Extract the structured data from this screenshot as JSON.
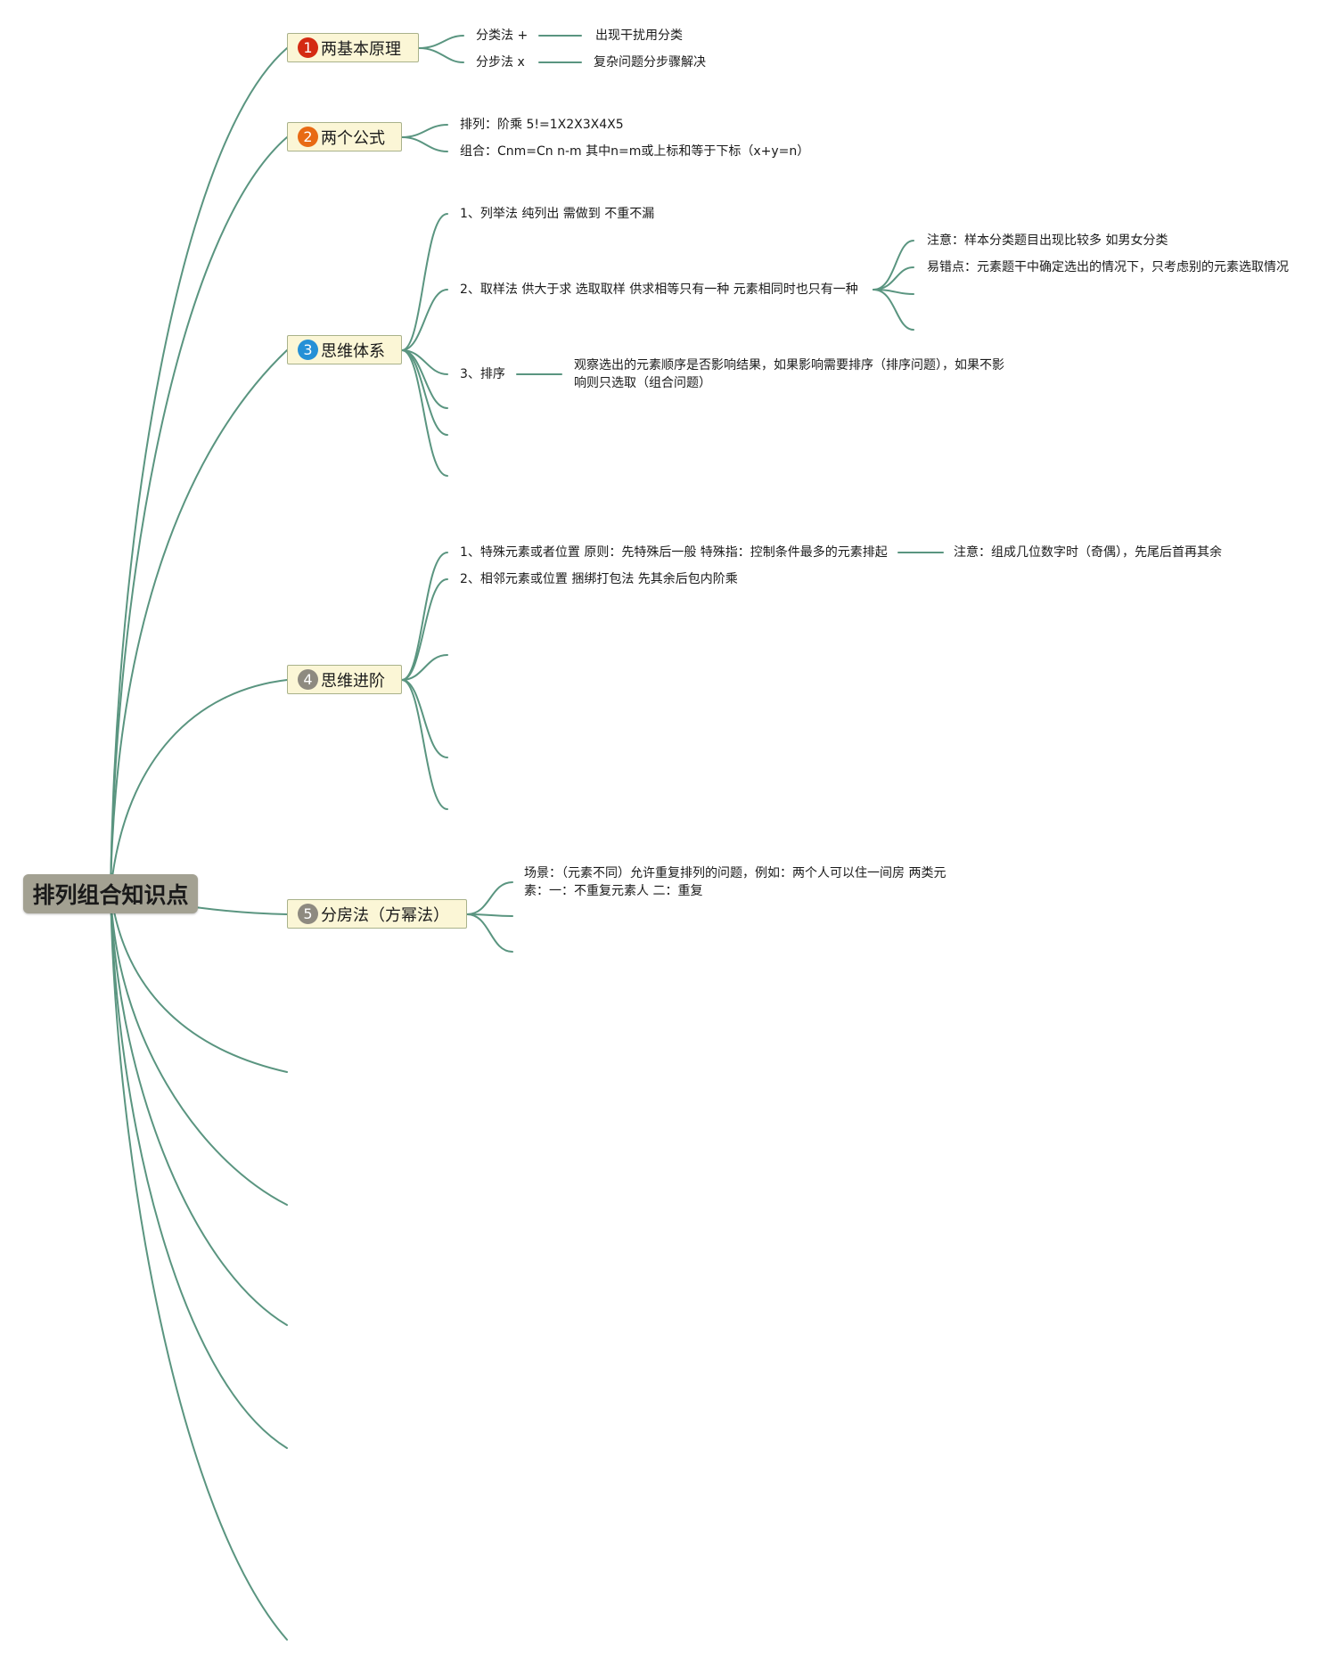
{
  "root": "排列组合知识点",
  "topics": [
    {
      "num": "1",
      "title": "两基本原理",
      "badge_color": "#d42a12",
      "children": [
        {
          "label": "分类法 +",
          "note": "出现干扰用分类"
        },
        {
          "label": "分步法 x",
          "note": "复杂问题分步骤解决"
        }
      ]
    },
    {
      "num": "2",
      "title": "两个公式",
      "badge_color": "#e86a14",
      "children": [
        {
          "label": "排列：阶乘 5!=1X2X3X4X5"
        },
        {
          "label": "组合：Cnm=Cn n-m 其中n=m或上标和等于下标（x+y=n）"
        }
      ]
    },
    {
      "num": "3",
      "title": "思维体系",
      "badge_color": "#2590d6",
      "children": [
        {
          "label": "1、列举法 纯列出 需做到 不重不漏"
        },
        {
          "label": "2、取样法  供大于求 选取取样 供求相等只有一种 元素相同时也只有一种",
          "subs": [
            "注意：样本分类题目出现比较多 如男女分类",
            "易错点：元素题干中确定选出的情况下，只考虑别的元素选取情况"
          ]
        },
        {
          "label": "3、排序",
          "note_lines": [
            "观察选出的元素顺序是否影响结果，如果影响需要排序（排序问题），如果不影",
            "响则只选取（组合问题）"
          ]
        }
      ]
    },
    {
      "num": "4",
      "title": "思维进阶",
      "badge_color": "#8e8a80",
      "children": [
        {
          "label": "1、特殊元素或者位置 原则：先特殊后一般 特殊指：控制条件最多的元素排起",
          "note": "注意：组成几位数字时（奇偶），先尾后首再其余"
        },
        {
          "label": "2、相邻元素或位置 捆绑打包法 先其余后包内阶乘"
        }
      ]
    },
    {
      "num": "5",
      "title": "分房法（方幂法）",
      "badge_color": "#8e8a80",
      "children": [
        {
          "label_lines": [
            "场景：（元素不同）允许重复排列的问题，例如：两个人可以住一间房 两类元",
            "素：一：不重复元素人 二：重复"
          ]
        }
      ]
    }
  ]
}
